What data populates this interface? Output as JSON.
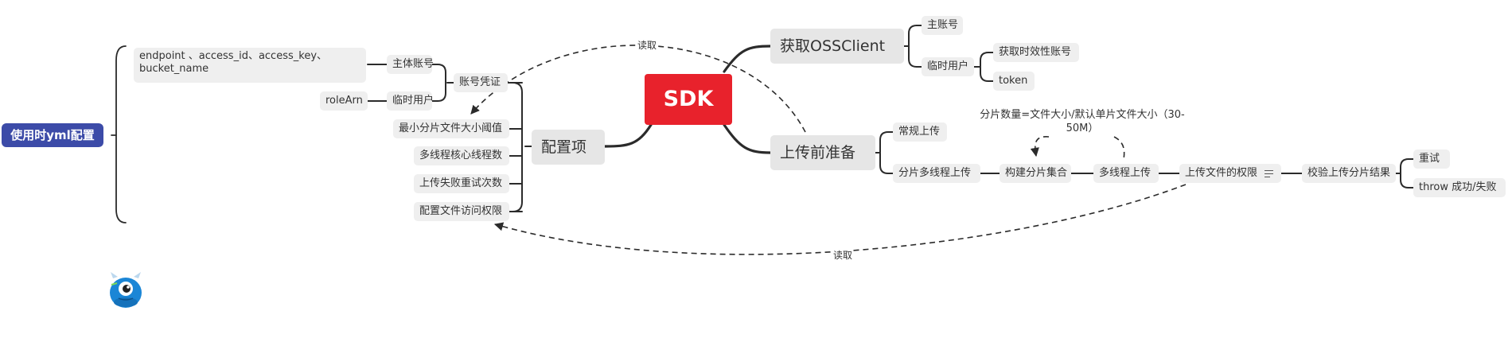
{
  "root": {
    "label": "SDK"
  },
  "left_branch": {
    "label": "配置项",
    "children": [
      "账号凭证",
      "最小分片文件大小阈值",
      "多线程核心线程数",
      "上传失败重试次数",
      "配置文件访问权限"
    ],
    "credentials": [
      {
        "label": "主体账号",
        "detail": "endpoint 、access_id、access_key、bucket_name"
      },
      {
        "label": "临时用户",
        "detail": "roleArn"
      }
    ]
  },
  "yml_node": {
    "label": "使用时yml配置"
  },
  "right_top": {
    "label": "获取OSSClient",
    "children": [
      "主账号",
      "临时用户"
    ],
    "temp_children": [
      "获取时效性账号",
      "token"
    ]
  },
  "right_bottom": {
    "label": "上传前准备",
    "children": [
      "常规上传",
      "分片多线程上传"
    ],
    "chain": [
      "构建分片集合",
      "多线程上传",
      "上传文件的权限",
      "校验上传分片结果"
    ],
    "results": [
      "重试",
      "throw 成功/失败"
    ],
    "formula": "分片数量=文件大小/默认单片文件大小（30-50M）"
  },
  "relations": {
    "read_top": "读取",
    "read_bottom": "读取"
  },
  "colors": {
    "root": "#e8222c",
    "yml": "#3c4ba8",
    "line": "#2b2b2b",
    "node": "#efefef"
  },
  "icons": {
    "note": "note-lines-icon",
    "mascot": "mascot-icon"
  }
}
